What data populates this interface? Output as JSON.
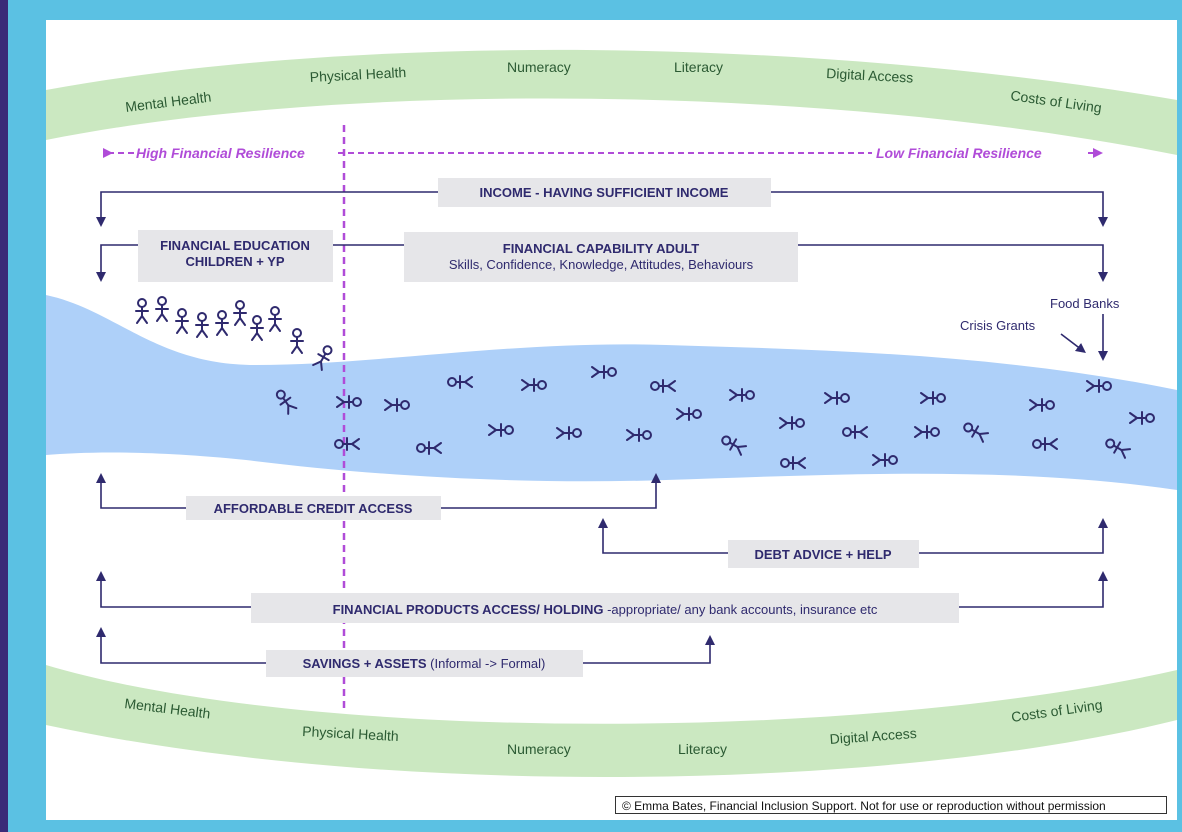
{
  "top_band": [
    "Mental Health",
    "Physical Health",
    "Numeracy",
    "Literacy",
    "Digital Access",
    "Costs of Living"
  ],
  "bottom_band": [
    "Mental Health",
    "Physical Health",
    "Numeracy",
    "Literacy",
    "Digital Access",
    "Costs of Living"
  ],
  "resilience": {
    "high": "High Financial Resilience",
    "low": "Low Financial Resilience"
  },
  "boxes": {
    "income": "INCOME - HAVING SUFFICIENT INCOME",
    "fin_ed_line1": "FINANCIAL EDUCATION",
    "fin_ed_line2": "CHILDREN + YP",
    "fin_cap_title": "FINANCIAL CAPABILITY ADULT",
    "fin_cap_sub": "Skills, Confidence, Knowledge, Attitudes, Behaviours",
    "credit": "AFFORDABLE CREDIT ACCESS",
    "debt": "DEBT ADVICE + HELP",
    "products_bold": "FINANCIAL PRODUCTS ACCESS/ HOLDING",
    "products_rest": " -appropriate/ any bank accounts, insurance etc",
    "savings_bold": "SAVINGS + ASSETS",
    "savings_rest": " (Informal -> Formal)"
  },
  "notes": {
    "food_banks": "Food Banks",
    "crisis_grants": "Crisis Grants"
  },
  "copyright": "© Emma Bates, Financial Inclusion Support. Not for use or reproduction without permission",
  "colors": {
    "band": "#cbe8c1",
    "river": "#aed0f9",
    "ink": "#2f2a6e",
    "resilience": "#b04cd8",
    "frame": "#5bc1e3",
    "outer": "#3a2a78"
  }
}
